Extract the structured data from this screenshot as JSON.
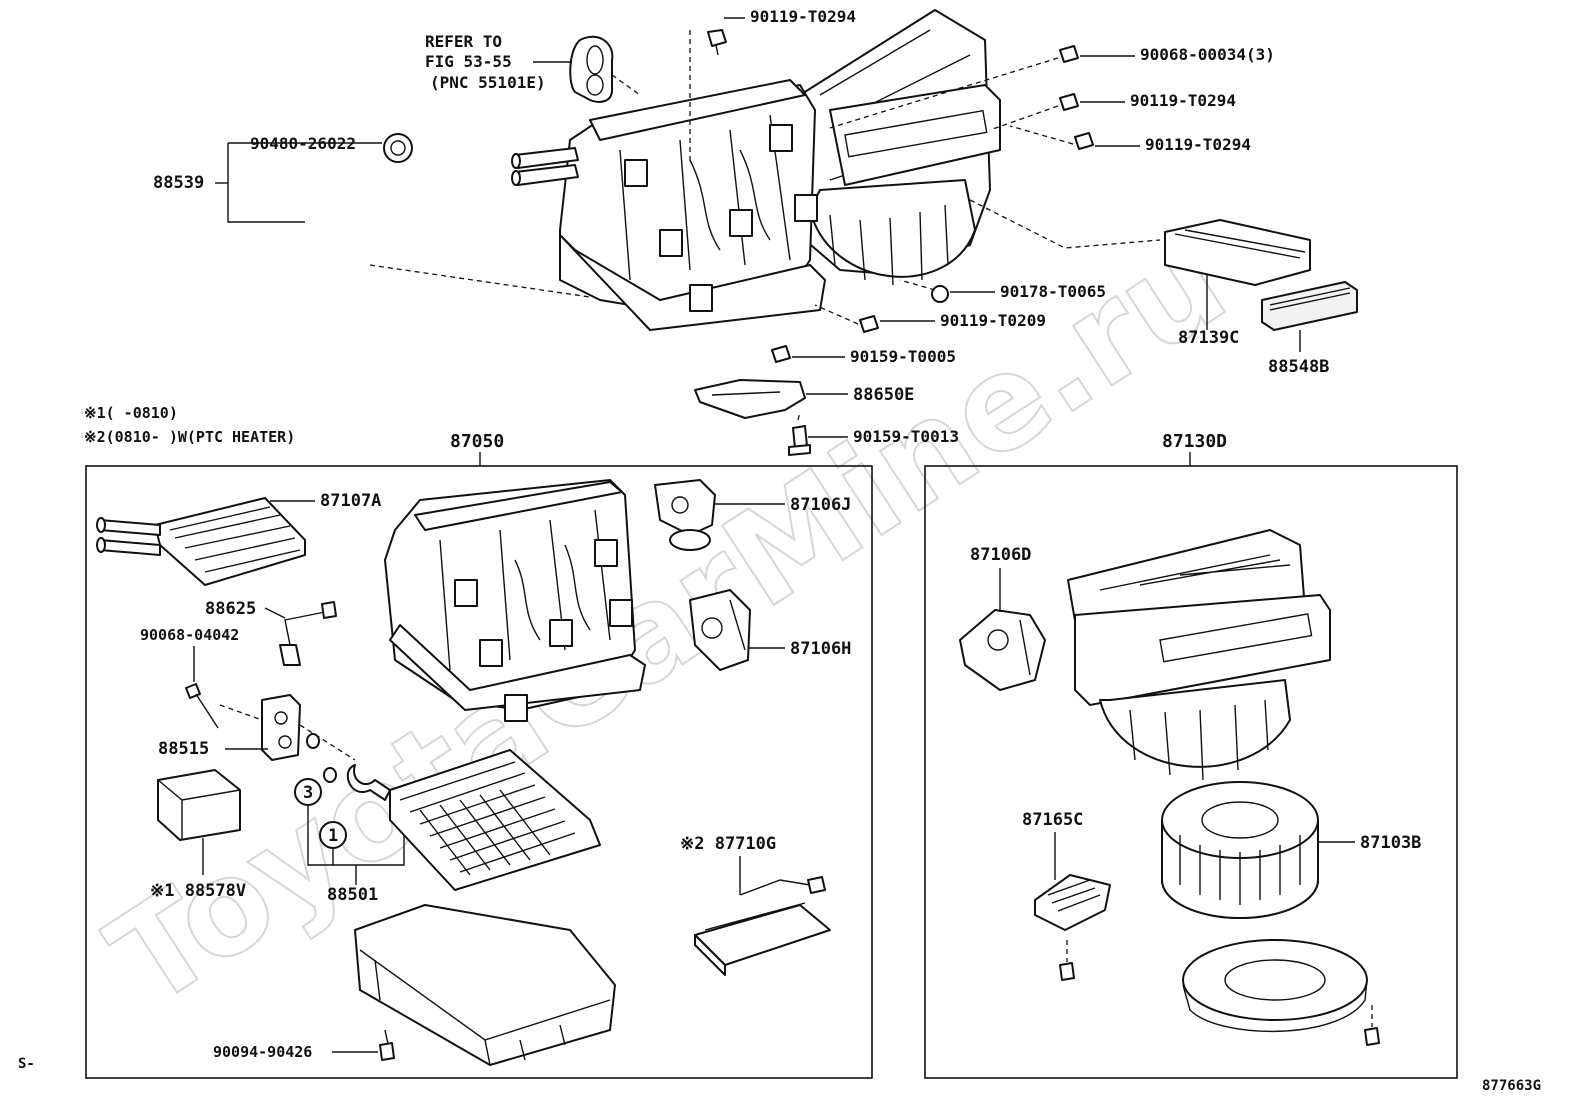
{
  "watermark": "ToyotaCarMine.ru",
  "refer_note": [
    "REFER TO",
    "FIG 53-55",
    "(PNC 55101E)"
  ],
  "footnotes": [
    "※1(      -0810)",
    "※2(0810-      )W(PTC HEATER)"
  ],
  "corner_left": "S-",
  "figure_id": "877663G",
  "group_labels": {
    "unit_main": "87050",
    "unit_blower": "87130D"
  },
  "labels": {
    "bolt_top": "90119-T0294",
    "screw_3": "90068-00034(3)",
    "bolt_r1": "90119-T0294",
    "bolt_r2": "90119-T0294",
    "grommet": "90480-26022",
    "hose": "88539",
    "nut": "90178-T0065",
    "bolt_mid": "90119-T0209",
    "bolt_low": "90159-T0005",
    "bracket": "88650E",
    "clip": "90159-T0013",
    "filter": "87139C",
    "filter_cover": "88548B",
    "heater_core": "87107A",
    "servo_j": "87106J",
    "sensor": "88625",
    "bolt_exp": "90068-04042",
    "servo_h": "87106H",
    "exp_valve": "88515",
    "block": "※1 88578V",
    "evaporator": "88501",
    "ptc_heater": "※2 87710G",
    "screw_case": "90094-90426",
    "servo_d": "87106D",
    "resistor": "87165C",
    "blower_motor": "87103B"
  },
  "o_ring_marks": [
    "3",
    "1"
  ]
}
